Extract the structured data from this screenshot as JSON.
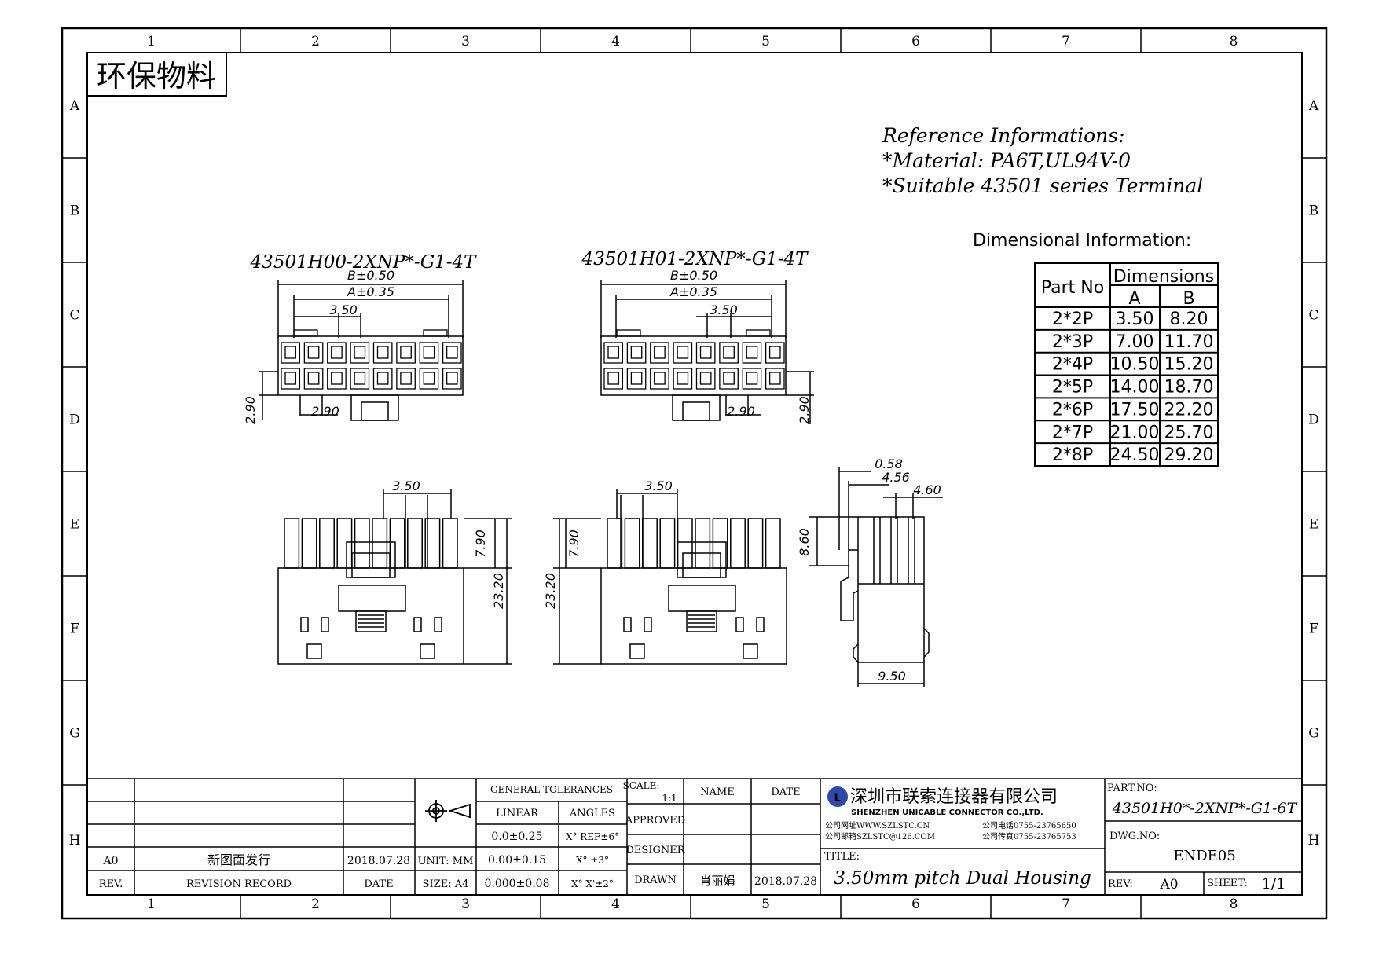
{
  "frame": {
    "columns": [
      "1",
      "2",
      "3",
      "4",
      "5",
      "6",
      "7",
      "8"
    ],
    "rows": [
      "A",
      "B",
      "C",
      "D",
      "E",
      "F",
      "G",
      "H"
    ]
  },
  "eco_stamp": "环保物料",
  "reference": {
    "heading": "Reference Informations:",
    "material": "*Material: PA6T,UL94V-0",
    "terminal": "*Suitable 43501 series Terminal"
  },
  "dimensional_heading": "Dimensional Information:",
  "dim_table": {
    "col_part": "Part No",
    "col_dims": "Dimensions",
    "col_a": "A",
    "col_b": "B",
    "rows": [
      {
        "part": "2*2P",
        "a": "3.50",
        "b": "8.20"
      },
      {
        "part": "2*3P",
        "a": "7.00",
        "b": "11.70"
      },
      {
        "part": "2*4P",
        "a": "10.50",
        "b": "15.20"
      },
      {
        "part": "2*5P",
        "a": "14.00",
        "b": "18.70"
      },
      {
        "part": "2*6P",
        "a": "17.50",
        "b": "22.20"
      },
      {
        "part": "2*7P",
        "a": "21.00",
        "b": "25.70"
      },
      {
        "part": "2*8P",
        "a": "24.50",
        "b": "29.20"
      }
    ]
  },
  "view_left": {
    "title": "43501H00-2XNP*-G1-4T",
    "dim_b": "B±0.50",
    "dim_a": "A±0.35",
    "pitch": "3.50",
    "dim_v": "2.90",
    "dim_h": "2.90"
  },
  "view_right": {
    "title": "43501H01-2XNP*-G1-4T",
    "dim_b": "B±0.50",
    "dim_a": "A±0.35",
    "pitch": "3.50",
    "dim_v": "2.90",
    "dim_h": "2.90"
  },
  "side_left": {
    "pitch": "3.50",
    "h1": "7.90",
    "h2": "23.20"
  },
  "side_mid": {
    "pitch": "3.50",
    "h1": "7.90",
    "h2": "23.20"
  },
  "side_right": {
    "d1": "0.58",
    "d2": "4.56",
    "d3": "4.60",
    "h": "8.60",
    "w": "9.50"
  },
  "title_block": {
    "rev_value": "A0",
    "record_value": "新图面发行",
    "date_value": "2018.07.28",
    "rev_label": "REV.",
    "record_label": "REVISION RECORD",
    "date_label": "DATE",
    "unit": "UNIT: MM",
    "size": "SIZE: A4",
    "general_tolerances": "GENERAL TOLERANCES",
    "linear": "LINEAR",
    "angles": "ANGLES",
    "tol_linear": [
      "0.0±0.25",
      "0.00±0.15",
      "0.000±0.08"
    ],
    "tol_angles": [
      "X° REF±6°",
      "X° ±3°",
      "X° X'±2°"
    ],
    "scale_label": "SCALE:",
    "scale_value": "1:1",
    "approved": "APPROVED",
    "designer": "DESIGNER",
    "drawn": "DRAWN",
    "name_label": "NAME",
    "date_col": "DATE",
    "drawn_name": "肖丽娟",
    "drawn_date": "2018.07.28",
    "company_cn": "深圳市联索连接器有限公司",
    "company_en": "SHENZHEN UNICABLE CONNECTOR CO.,LTD.",
    "website": "公司网址WWW.SZLSTC.CN",
    "email": "公司邮箱SZLSTC@126.COM",
    "phone": "公司电话0755-23765650",
    "fax": "公司传真0755-23765753",
    "title_label": "TITLE:",
    "title_value": "3.50mm pitch Dual Housing",
    "part_no_label": "PART.NO:",
    "part_no_value": "43501H0*-2XNP*-G1-6T",
    "dwg_no_label": "DWG.NO:",
    "dwg_no_value": "ENDE05",
    "rev2_label": "REV:",
    "rev2_value": "A0",
    "sheet_label": "SHEET:",
    "sheet_value": "1/1"
  }
}
